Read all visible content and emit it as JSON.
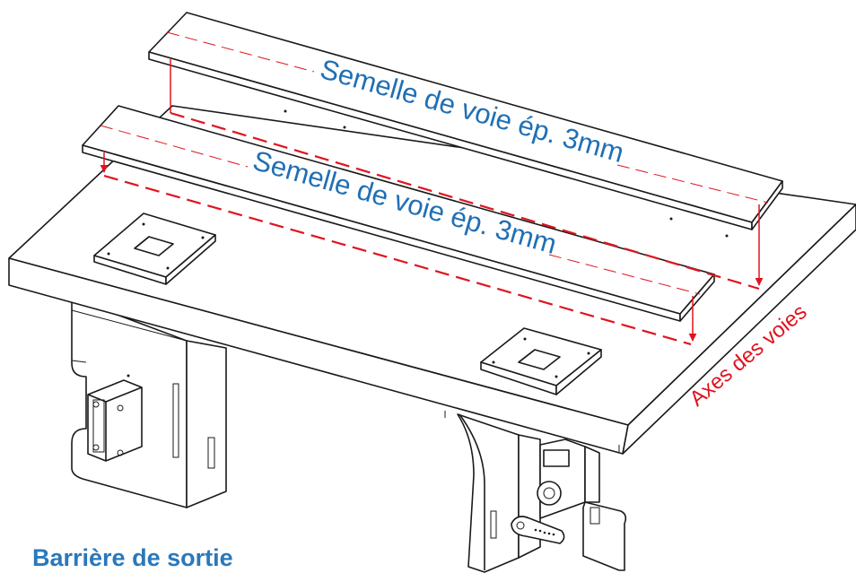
{
  "labels": {
    "track_sole_back": "Semelle de voie ép. 3mm",
    "track_sole_front": "Semelle de voie ép. 3mm",
    "track_axes": "Axes des voies",
    "caption": "Barrière de sortie"
  },
  "colors": {
    "label_blue": "#1f6fb5",
    "label_red": "#e0141e",
    "caption_blue": "#2a78bb",
    "drawing_line": "#1a1a1a"
  }
}
